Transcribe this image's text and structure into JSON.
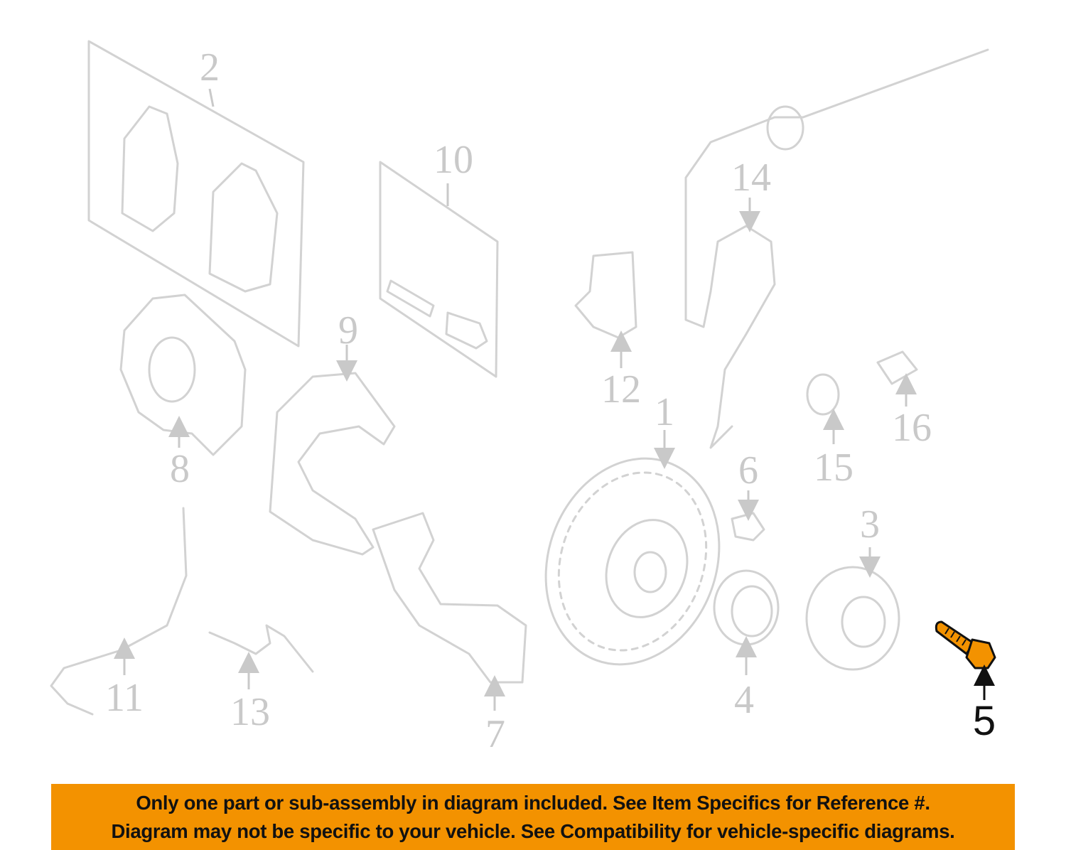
{
  "diagram": {
    "highlight_color": "#f39200",
    "highlighted_part": "5",
    "callouts": [
      "1",
      "2",
      "3",
      "4",
      "5",
      "6",
      "7",
      "8",
      "9",
      "10",
      "11",
      "12",
      "13",
      "14",
      "15",
      "16"
    ]
  },
  "banner": {
    "line1": "Only one part or sub-assembly in diagram included. See Item Specifics for Reference #.",
    "line2": "Diagram may not be specific to your vehicle. See Compatibility for vehicle-specific diagrams.",
    "color": "#f39200"
  }
}
